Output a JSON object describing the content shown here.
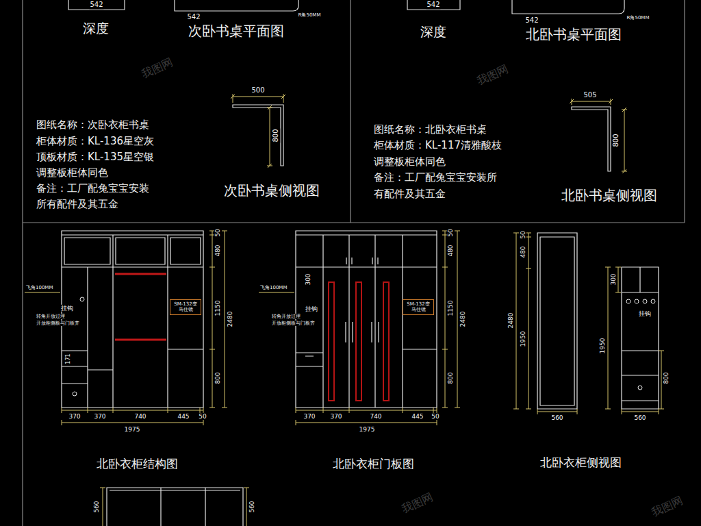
{
  "diagram": {
    "nodes": [
      {
        "text": [
          "SM-132变 马仕镜"
        ]
      },
      {
        "text": [
          "SM-132变 马仕镜"
        ]
      }
    ],
    "labels": [
      "542",
      "深度",
      "542",
      "R角50MM",
      "次卧书桌平面图",
      "500",
      "800",
      "图纸名称：次卧衣柜书桌",
      "柜体材质：KL-136星空灰",
      "顶板材质：KL-135星空银",
      "调整板柜体同色",
      "备注：工厂配兔宝宝安装",
      "所有配件及其五金",
      "次卧书桌侧视图",
      "542",
      "深度",
      "542",
      "R角50MM",
      "北卧书桌平面图",
      "505",
      "800",
      "图纸名称：北卧衣柜书桌",
      "柜体材质：KL-117清雅酸枝",
      "调整板柜体同色",
      "备注：工厂配兔宝宝安装所",
      "有配件及其五金",
      "北卧书桌侧视图",
      "50",
      "480",
      "1150",
      "800",
      "2480",
      "飞角100MM",
      "挂钩",
      "转角开放过埋",
      "开放柜侧板与门板齐",
      "171",
      "370",
      "370",
      "740",
      "445",
      "50",
      "1975",
      "北卧衣柜结构图",
      "50",
      "480",
      "1150",
      "800",
      "2480",
      "300",
      "飞角100MM",
      "挂钩",
      "转角开放过埋",
      "开放柜侧板与门板齐",
      "370",
      "370",
      "740",
      "445",
      "50",
      "1975",
      "北卧衣柜门板图",
      "50",
      "480",
      "1950",
      "2480",
      "560",
      "300",
      "挂钩",
      "1950",
      "800",
      "560",
      "北卧衣柜侧视图",
      "560",
      "560",
      "我图网",
      "我图网",
      "我图网",
      "我图网"
    ]
  }
}
